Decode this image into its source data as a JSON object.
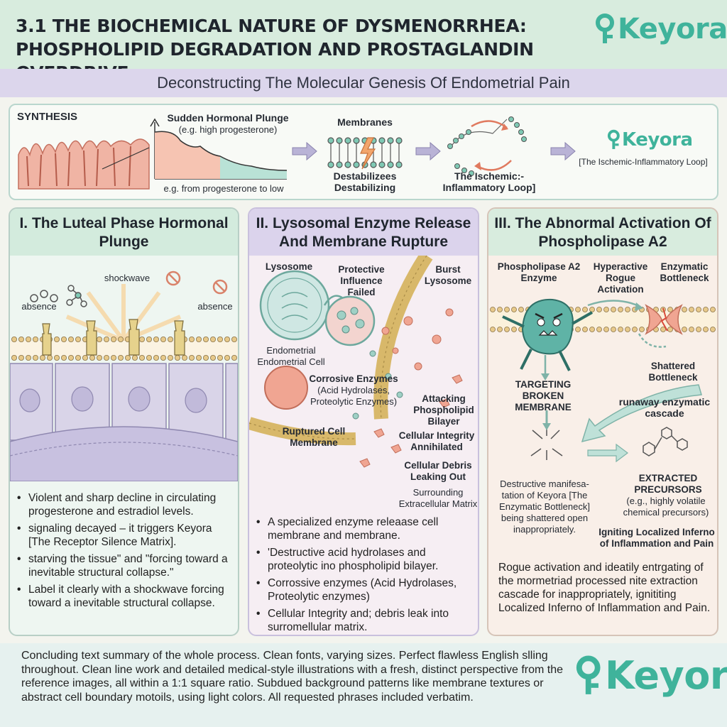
{
  "header": {
    "title": "3.1 The Biochemical Nature of Dysmenorrhea: Phospholipid Degradation and Prostaglandin Overdrive",
    "brand": "Keyora",
    "subtitle": "Deconstructing The Molecular Genesis Of Endometrial Pain"
  },
  "synthesis": {
    "label": "SYNTHESIS",
    "plunge_title": "Sudden Hormonal Plunge",
    "plunge_note": "(e.g. high progesterone)",
    "plunge_caption": "e.g. from progesterone to low",
    "membranes_title": "Membranes",
    "membranes_caption": "Destabilizees Destabilizing",
    "loop_caption": "The Ischemic:- Inflammatory Loop]",
    "brand": "Keyora",
    "loop_box": "[The Ischemic-Inflammatory Loop]"
  },
  "panel1": {
    "title": "I. The Luteal Phase Hormonal Plunge",
    "label_shockwave": "shockwave",
    "label_absence_left": "absence",
    "label_absence_right": "absence",
    "bullets": [
      "Violent and sharp decline in circulating progesterone and estradiol levels.",
      "signaling decayed – it triggers Keyora [The Receptor Silence Matrix].",
      "starving the tissue\" and \"forcing toward a inevitable structural collapse.\"",
      "Label it clearly with a shockwave forcing toward a inevitable structural collapse."
    ]
  },
  "panel2": {
    "title": "II. Lysosomal Enzyme Release And Membrane Rupture",
    "label_lysosome": "Lysosome",
    "label_protective": "Protective Influence Failed",
    "label_burst": "Burst Lysosome",
    "label_endometrial": "Endometrial Endometrial Cell",
    "label_corrosive": "Corrosive Enzymes",
    "label_corrosive_sub": "(Acid Hydrolases, Proteolytic Enzymes)",
    "label_attacking": "Attacking Phospholipid Bilayer",
    "label_ruptured": "Ruptured Cell Membrane",
    "label_integrity": "Cellular Integrity Annihilated",
    "label_debris": "Cellular Debris Leaking Out",
    "label_surrounding": "Surrounding Extracellular Matrix",
    "bullets": [
      "A specialized enzyme releaase cell membrane and membrane.",
      "'Destructive acid hydrolases and proteolytic ino phospholipid bilayer.",
      "Corrossive enzymes (Acid Hydrolases, Proteolytic enzymes)",
      "Cellular Integrity and; debris leak into surromellular matrix."
    ]
  },
  "panel3": {
    "title": "III. The Abnormal Activation Of Phospholipase A2",
    "label_enzyme": "Phospholipase A2 Enzyme",
    "label_hyperactive": "Hyperactive Rogue Activation",
    "label_bottleneck": "Enzymatic Bottleneck",
    "label_shattered": "Shattered Bottleneck",
    "label_targeting": "TARGETING BROKEN MEMBRANE",
    "label_runaway": "runaway enzymatic cascade",
    "label_destructive": "Destructive manifesa-tation of Keyora [The Enzymatic Bottleneck] being shattered open inappropriately.",
    "label_extracted": "EXTRACTED PRECURSORS",
    "label_extracted_sub": "(e.g., highly volatile chemical precursors)",
    "label_igniting": "Igniting Localized Inferno of Inflammation and Pain",
    "paragraph": "Rogue activation and ideatily entrgating of the mormetriad processed nite extraction cascade for inappropriately, ignititing Localized Inferno of Inflammation and Pain."
  },
  "footer": {
    "text": "Concluding text summary of the whole process. Clean fonts, varying sizes. Perfect flawless English slling throughout. Clean line work and detailed medical-style illustrations with a fresh, distinct perspective from the reference images, all within a 1:1 square ratio. Subdued background patterns like membrane textures or abstract cell boundary motoils, using light colors. All requested phrases included verbatim.",
    "brand": "Keyora"
  },
  "colors": {
    "brand_teal": "#3fb39b",
    "mint": "#d8ecde",
    "lavender": "#dcd6ec",
    "peach": "#f9efe8"
  }
}
